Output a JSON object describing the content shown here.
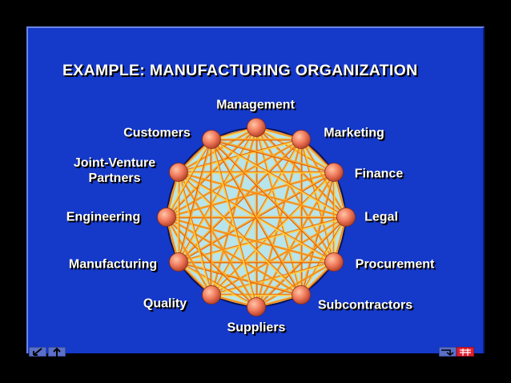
{
  "slide": {
    "title": "EXAMPLE: MANUFACTURING  ORGANIZATION",
    "background_color": "#1539c8"
  },
  "diagram": {
    "circle_fill": "#b8e4ec",
    "circle_stroke": "#0a1050",
    "node_fill": "#f07a5c",
    "link_colors": [
      "#e85a00",
      "#ff9a1a",
      "#ffd23a"
    ],
    "nodes": [
      {
        "id": "management",
        "label": "Management"
      },
      {
        "id": "marketing",
        "label": "Marketing"
      },
      {
        "id": "finance",
        "label": "Finance"
      },
      {
        "id": "legal",
        "label": "Legal"
      },
      {
        "id": "procurement",
        "label": "Procurement"
      },
      {
        "id": "subcontractors",
        "label": "Subcontractors"
      },
      {
        "id": "suppliers",
        "label": "Suppliers"
      },
      {
        "id": "quality",
        "label": "Quality"
      },
      {
        "id": "manufacturing",
        "label": "Manufacturing"
      },
      {
        "id": "engineering",
        "label": "Engineering"
      },
      {
        "id": "joint-venture-partners",
        "label": "Joint-Venture\nPartners"
      },
      {
        "id": "customers",
        "label": "Customers"
      }
    ]
  },
  "navigation": {
    "left_icons": [
      "back-arrow-icon",
      "forward-icon"
    ],
    "right_icons": [
      "return-icon",
      "calendar-icon"
    ]
  }
}
